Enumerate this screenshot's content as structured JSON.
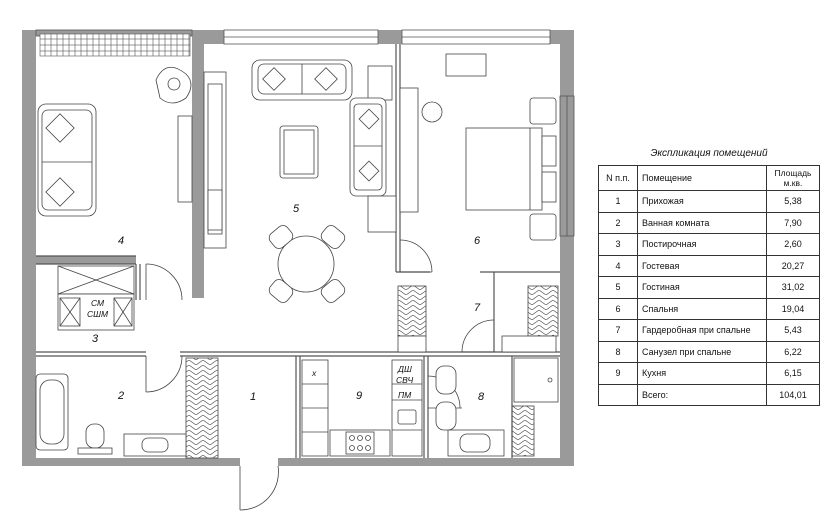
{
  "rooms": [
    {
      "num": "1",
      "name": "Прихожая",
      "area": "5,38"
    },
    {
      "num": "2",
      "name": "Ванная комната",
      "area": "7,90"
    },
    {
      "num": "3",
      "name": "Постирочная",
      "area": "2,60"
    },
    {
      "num": "4",
      "name": "Гостевая",
      "area": "20,27"
    },
    {
      "num": "5",
      "name": "Гостиная",
      "area": "31,02"
    },
    {
      "num": "6",
      "name": "Спальня",
      "area": "19,04"
    },
    {
      "num": "7",
      "name": "Гардеробная при спальне",
      "area": "5,43"
    },
    {
      "num": "8",
      "name": "Санузел при спальне",
      "area": "6,22"
    },
    {
      "num": "9",
      "name": "Кухня",
      "area": "6,15"
    }
  ],
  "legend": {
    "title": "Экспликация помещений",
    "col_num": "N п.п.",
    "col_name": "Помещение",
    "col_area": "Площадь м.кв.",
    "total_label": "Всего:",
    "total_value": "104,01"
  },
  "plan_labels": {
    "washer": "СМ",
    "dryer": "СШМ",
    "dishwasher": "ДШ",
    "microwave": "СВЧ",
    "dishwasher2": "ПМ",
    "hood_mark": "x"
  }
}
